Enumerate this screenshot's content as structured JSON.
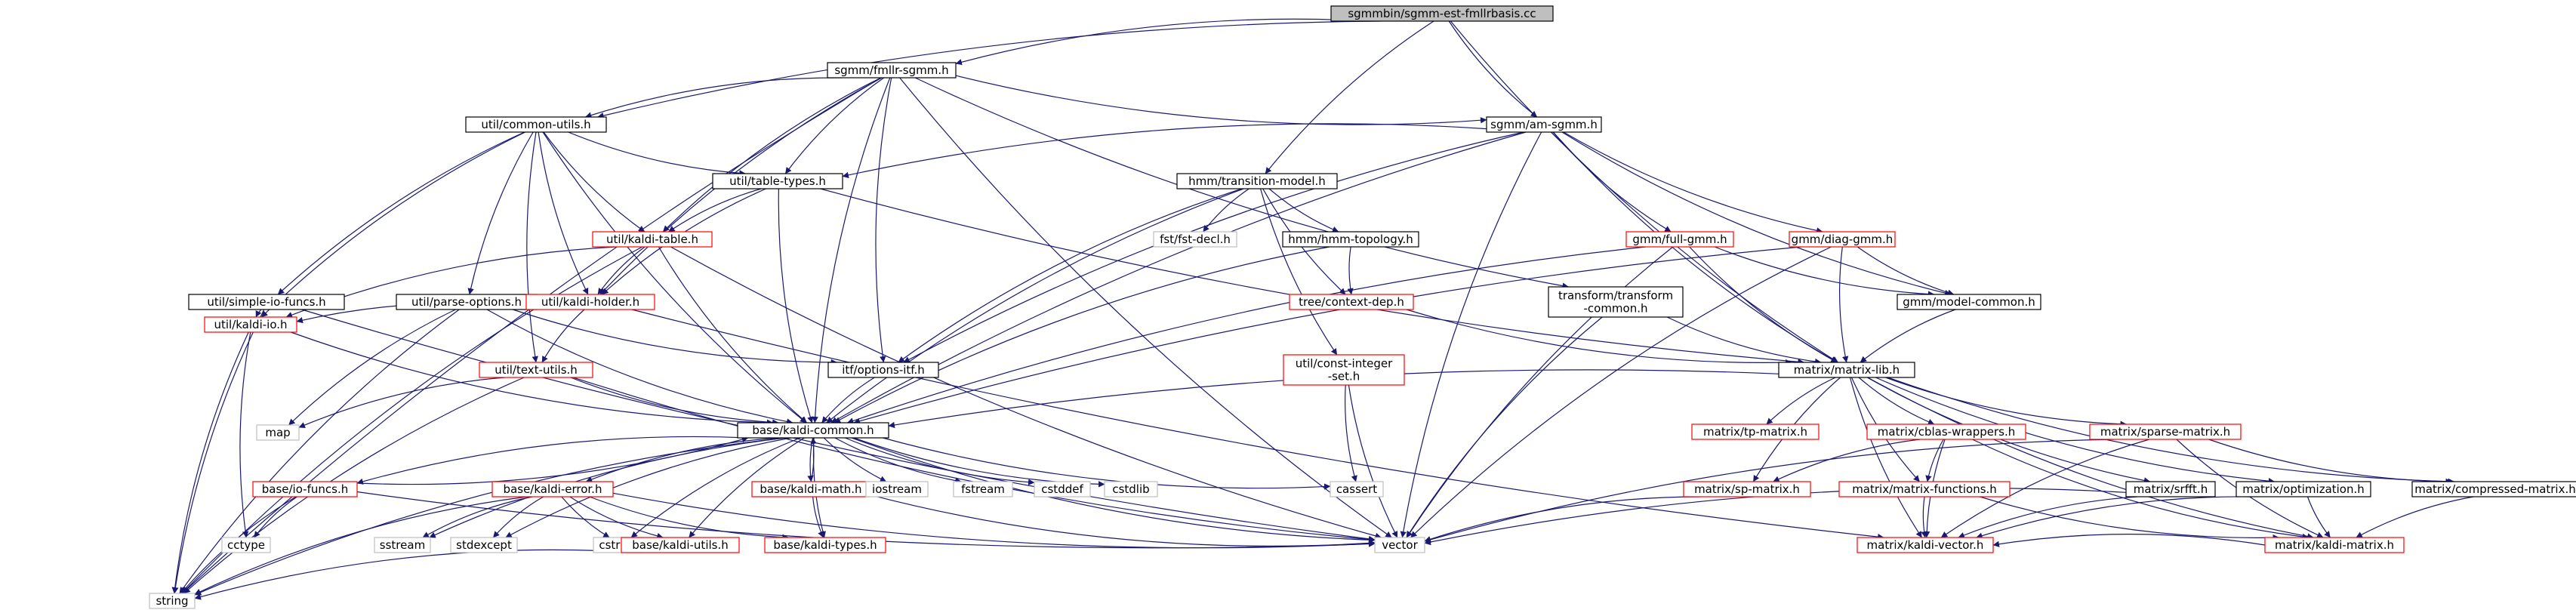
{
  "title": "sgmmbin/sgmm-est-fmllrbasis.cc",
  "colors": {
    "edge": "#191970",
    "normal": "#000000",
    "missing": "#bfbfbf",
    "broken": "#ff0000",
    "root_fill": "#bfbfbf"
  },
  "nodes": [
    {
      "id": "root",
      "label": "sgmmbin/sgmm-est-fmllrbasis.cc",
      "kind": "root"
    },
    {
      "id": "fmllr",
      "label": "sgmm/fmllr-sgmm.h",
      "kind": "normal"
    },
    {
      "id": "amsgmm",
      "label": "sgmm/am-sgmm.h",
      "kind": "normal"
    },
    {
      "id": "commonutils",
      "label": "util/common-utils.h",
      "kind": "normal"
    },
    {
      "id": "tabletypes",
      "label": "util/table-types.h",
      "kind": "normal"
    },
    {
      "id": "transmodel",
      "label": "hmm/transition-model.h",
      "kind": "normal"
    },
    {
      "id": "kalditable",
      "label": "util/kaldi-table.h",
      "kind": "red"
    },
    {
      "id": "fstdecl",
      "label": "fst/fst-decl.h",
      "kind": "gray"
    },
    {
      "id": "hmmtopo",
      "label": "hmm/hmm-topology.h",
      "kind": "normal"
    },
    {
      "id": "fullgmm",
      "label": "gmm/full-gmm.h",
      "kind": "red"
    },
    {
      "id": "diaggmm",
      "label": "gmm/diag-gmm.h",
      "kind": "red"
    },
    {
      "id": "simpleio",
      "label": "util/simple-io-funcs.h",
      "kind": "normal"
    },
    {
      "id": "parseopt",
      "label": "util/parse-options.h",
      "kind": "normal"
    },
    {
      "id": "kaldiholder",
      "label": "util/kaldi-holder.h",
      "kind": "red"
    },
    {
      "id": "ctxdep",
      "label": "tree/context-dep.h",
      "kind": "red"
    },
    {
      "id": "transcommon",
      "label": "transform/transform\n-common.h",
      "kind": "normal"
    },
    {
      "id": "modelcommon",
      "label": "gmm/model-common.h",
      "kind": "normal"
    },
    {
      "id": "kaldiio",
      "label": "util/kaldi-io.h",
      "kind": "red"
    },
    {
      "id": "textutils",
      "label": "util/text-utils.h",
      "kind": "red"
    },
    {
      "id": "optionsitf",
      "label": "itf/options-itf.h",
      "kind": "normal"
    },
    {
      "id": "constint",
      "label": "util/const-integer\n-set.h",
      "kind": "red"
    },
    {
      "id": "matrixlib",
      "label": "matrix/matrix-lib.h",
      "kind": "normal"
    },
    {
      "id": "map",
      "label": "map",
      "kind": "gray"
    },
    {
      "id": "kaldicommon",
      "label": "base/kaldi-common.h",
      "kind": "normal"
    },
    {
      "id": "tpmatrix",
      "label": "matrix/tp-matrix.h",
      "kind": "red"
    },
    {
      "id": "blas",
      "label": "matrix/cblas-wrappers.h",
      "kind": "red"
    },
    {
      "id": "sparse",
      "label": "matrix/sparse-matrix.h",
      "kind": "red"
    },
    {
      "id": "iofuncs",
      "label": "base/io-funcs.h",
      "kind": "red"
    },
    {
      "id": "kaldierror",
      "label": "base/kaldi-error.h",
      "kind": "red"
    },
    {
      "id": "kaldimath",
      "label": "base/kaldi-math.h",
      "kind": "red"
    },
    {
      "id": "iostream",
      "label": "iostream",
      "kind": "gray"
    },
    {
      "id": "fstream",
      "label": "fstream",
      "kind": "gray"
    },
    {
      "id": "cstddef",
      "label": "cstddef",
      "kind": "gray"
    },
    {
      "id": "cstdlib",
      "label": "cstdlib",
      "kind": "gray"
    },
    {
      "id": "cassert",
      "label": "cassert",
      "kind": "gray"
    },
    {
      "id": "spmatrix",
      "label": "matrix/sp-matrix.h",
      "kind": "red"
    },
    {
      "id": "matfuncs",
      "label": "matrix/matrix-functions.h",
      "kind": "red"
    },
    {
      "id": "srfft",
      "label": "matrix/srfft.h",
      "kind": "normal"
    },
    {
      "id": "optimization",
      "label": "matrix/optimization.h",
      "kind": "normal"
    },
    {
      "id": "compressed",
      "label": "matrix/compressed-matrix.h",
      "kind": "normal"
    },
    {
      "id": "cctype",
      "label": "cctype",
      "kind": "gray"
    },
    {
      "id": "sstream",
      "label": "sstream",
      "kind": "gray"
    },
    {
      "id": "stdexcept",
      "label": "stdexcept",
      "kind": "gray"
    },
    {
      "id": "cstring",
      "label": "cstring",
      "kind": "gray"
    },
    {
      "id": "kaldiutils",
      "label": "base/kaldi-utils.h",
      "kind": "red"
    },
    {
      "id": "kalditypes",
      "label": "base/kaldi-types.h",
      "kind": "red"
    },
    {
      "id": "vector",
      "label": "vector",
      "kind": "gray"
    },
    {
      "id": "kaldivector",
      "label": "matrix/kaldi-vector.h",
      "kind": "red"
    },
    {
      "id": "kaldimatrix",
      "label": "matrix/kaldi-matrix.h",
      "kind": "red"
    },
    {
      "id": "string",
      "label": "string",
      "kind": "gray"
    }
  ],
  "edges": [
    [
      "root",
      "fmllr"
    ],
    [
      "root",
      "amsgmm"
    ],
    [
      "root",
      "commonutils"
    ],
    [
      "root",
      "transmodel"
    ],
    [
      "root",
      "matrixlib"
    ],
    [
      "fmllr",
      "amsgmm"
    ],
    [
      "fmllr",
      "commonutils"
    ],
    [
      "fmllr",
      "tabletypes"
    ],
    [
      "fmllr",
      "kalditable"
    ],
    [
      "fmllr",
      "kaldiholder"
    ],
    [
      "fmllr",
      "transcommon"
    ],
    [
      "fmllr",
      "optionsitf"
    ],
    [
      "fmllr",
      "kaldicommon"
    ],
    [
      "fmllr",
      "string"
    ],
    [
      "fmllr",
      "vector"
    ],
    [
      "amsgmm",
      "tabletypes"
    ],
    [
      "amsgmm",
      "fullgmm"
    ],
    [
      "amsgmm",
      "diaggmm"
    ],
    [
      "amsgmm",
      "modelcommon"
    ],
    [
      "amsgmm",
      "optionsitf"
    ],
    [
      "amsgmm",
      "matrixlib"
    ],
    [
      "amsgmm",
      "kaldicommon"
    ],
    [
      "amsgmm",
      "vector"
    ],
    [
      "commonutils",
      "tabletypes"
    ],
    [
      "commonutils",
      "kalditable"
    ],
    [
      "commonutils",
      "simpleio"
    ],
    [
      "commonutils",
      "parseopt"
    ],
    [
      "commonutils",
      "kaldiholder"
    ],
    [
      "commonutils",
      "kaldiio"
    ],
    [
      "commonutils",
      "textutils"
    ],
    [
      "commonutils",
      "kaldicommon"
    ],
    [
      "tabletypes",
      "kalditable"
    ],
    [
      "tabletypes",
      "kaldiholder"
    ],
    [
      "tabletypes",
      "matrixlib"
    ],
    [
      "tabletypes",
      "kaldicommon"
    ],
    [
      "transmodel",
      "fstdecl"
    ],
    [
      "transmodel",
      "hmmtopo"
    ],
    [
      "transmodel",
      "ctxdep"
    ],
    [
      "transmodel",
      "constint"
    ],
    [
      "transmodel",
      "optionsitf"
    ],
    [
      "transmodel",
      "kaldicommon"
    ],
    [
      "kalditable",
      "kaldiholder"
    ],
    [
      "kalditable",
      "kaldiio"
    ],
    [
      "kalditable",
      "kaldicommon"
    ],
    [
      "kalditable",
      "string"
    ],
    [
      "kalditable",
      "vector"
    ],
    [
      "hmmtopo",
      "ctxdep"
    ],
    [
      "hmmtopo",
      "kaldicommon"
    ],
    [
      "fullgmm",
      "modelcommon"
    ],
    [
      "fullgmm",
      "matrixlib"
    ],
    [
      "fullgmm",
      "kaldicommon"
    ],
    [
      "fullgmm",
      "vector"
    ],
    [
      "diaggmm",
      "modelcommon"
    ],
    [
      "diaggmm",
      "matrixlib"
    ],
    [
      "diaggmm",
      "kaldicommon"
    ],
    [
      "diaggmm",
      "vector"
    ],
    [
      "simpleio",
      "kaldiio"
    ],
    [
      "simpleio",
      "string"
    ],
    [
      "simpleio",
      "vector"
    ],
    [
      "parseopt",
      "map"
    ],
    [
      "parseopt",
      "optionsitf"
    ],
    [
      "parseopt",
      "kaldicommon"
    ],
    [
      "parseopt",
      "string"
    ],
    [
      "kaldiholder",
      "kaldiio"
    ],
    [
      "kaldiholder",
      "textutils"
    ],
    [
      "kaldiholder",
      "kaldivector"
    ],
    [
      "ctxdep",
      "matrixlib"
    ],
    [
      "transcommon",
      "matrixlib"
    ],
    [
      "transcommon",
      "vector"
    ],
    [
      "modelcommon",
      "matrixlib"
    ],
    [
      "kaldiio",
      "kaldicommon"
    ],
    [
      "kaldiio",
      "cctype"
    ],
    [
      "kaldiio",
      "string"
    ],
    [
      "textutils",
      "kaldicommon"
    ],
    [
      "textutils",
      "map"
    ],
    [
      "textutils",
      "string"
    ],
    [
      "textutils",
      "vector"
    ],
    [
      "optionsitf",
      "kaldicommon"
    ],
    [
      "constint",
      "cassert"
    ],
    [
      "constint",
      "vector"
    ],
    [
      "matrixlib",
      "kaldicommon"
    ],
    [
      "matrixlib",
      "tpmatrix"
    ],
    [
      "matrixlib",
      "blas"
    ],
    [
      "matrixlib",
      "sparse"
    ],
    [
      "matrixlib",
      "spmatrix"
    ],
    [
      "matrixlib",
      "matfuncs"
    ],
    [
      "matrixlib",
      "srfft"
    ],
    [
      "matrixlib",
      "optimization"
    ],
    [
      "matrixlib",
      "compressed"
    ],
    [
      "matrixlib",
      "kaldivector"
    ],
    [
      "matrixlib",
      "kaldimatrix"
    ],
    [
      "kaldicommon",
      "iofuncs"
    ],
    [
      "kaldicommon",
      "kaldierror"
    ],
    [
      "kaldicommon",
      "kaldimath"
    ],
    [
      "kaldicommon",
      "iostream"
    ],
    [
      "kaldicommon",
      "fstream"
    ],
    [
      "kaldicommon",
      "cstddef"
    ],
    [
      "kaldicommon",
      "cstdlib"
    ],
    [
      "kaldicommon",
      "cassert"
    ],
    [
      "kaldicommon",
      "sstream"
    ],
    [
      "kaldicommon",
      "stdexcept"
    ],
    [
      "kaldicommon",
      "cstring"
    ],
    [
      "kaldicommon",
      "kaldiutils"
    ],
    [
      "kaldicommon",
      "kalditypes"
    ],
    [
      "kaldicommon",
      "vector"
    ],
    [
      "kaldicommon",
      "string"
    ],
    [
      "iofuncs",
      "kaldicommon"
    ],
    [
      "iofuncs",
      "cctype"
    ],
    [
      "iofuncs",
      "string"
    ],
    [
      "iofuncs",
      "vector"
    ],
    [
      "kaldierror",
      "sstream"
    ],
    [
      "kaldierror",
      "stdexcept"
    ],
    [
      "kaldierror",
      "cstring"
    ],
    [
      "kaldierror",
      "kaldiutils"
    ],
    [
      "kaldierror",
      "kalditypes"
    ],
    [
      "kaldierror",
      "vector"
    ],
    [
      "kaldierror",
      "string"
    ],
    [
      "kaldimath",
      "kaldicommon"
    ],
    [
      "kaldimath",
      "kalditypes"
    ],
    [
      "kaldimath",
      "vector"
    ],
    [
      "kaldiutils",
      "string"
    ],
    [
      "blas",
      "spmatrix"
    ],
    [
      "blas",
      "matfuncs"
    ],
    [
      "blas",
      "kaldivector"
    ],
    [
      "blas",
      "kaldimatrix"
    ],
    [
      "sparse",
      "kaldivector"
    ],
    [
      "sparse",
      "kaldimatrix"
    ],
    [
      "sparse",
      "compressed"
    ],
    [
      "sparse",
      "vector"
    ],
    [
      "spmatrix",
      "vector"
    ],
    [
      "matfuncs",
      "kaldivector"
    ],
    [
      "matfuncs",
      "kaldimatrix"
    ],
    [
      "srfft",
      "kaldivector"
    ],
    [
      "srfft",
      "vector"
    ],
    [
      "optimization",
      "kaldivector"
    ],
    [
      "optimization",
      "kaldimatrix"
    ],
    [
      "compressed",
      "kaldimatrix"
    ],
    [
      "kaldimatrix",
      "kaldivector"
    ]
  ]
}
